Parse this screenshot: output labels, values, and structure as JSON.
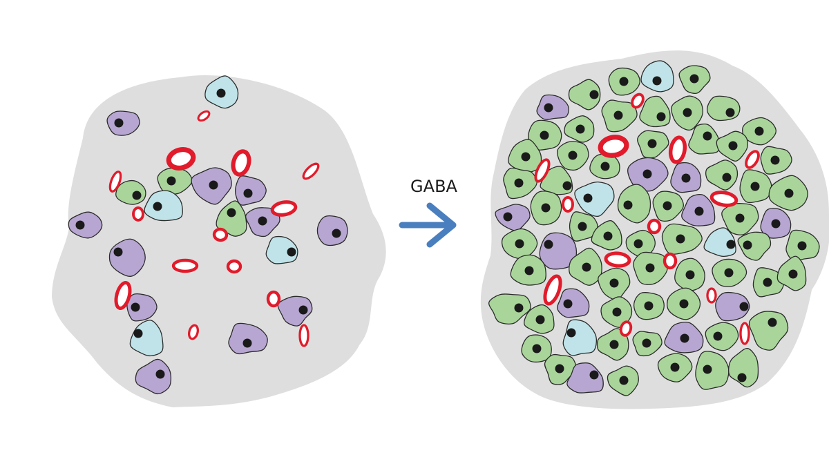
{
  "arrow_label": "GABA",
  "colors": {
    "background": "#ffffff",
    "tissue": "#dedede",
    "green_cell": "#a9d59a",
    "purple_cell": "#b7a6d1",
    "blue_cell": "#bfe3e8",
    "vessel": "#e11b2b",
    "arrow": "#4a7fbf",
    "outline": "#2a2a2a"
  },
  "panels": [
    {
      "name": "before-islet",
      "state": "before"
    },
    {
      "name": "after-islet",
      "state": "after"
    }
  ]
}
